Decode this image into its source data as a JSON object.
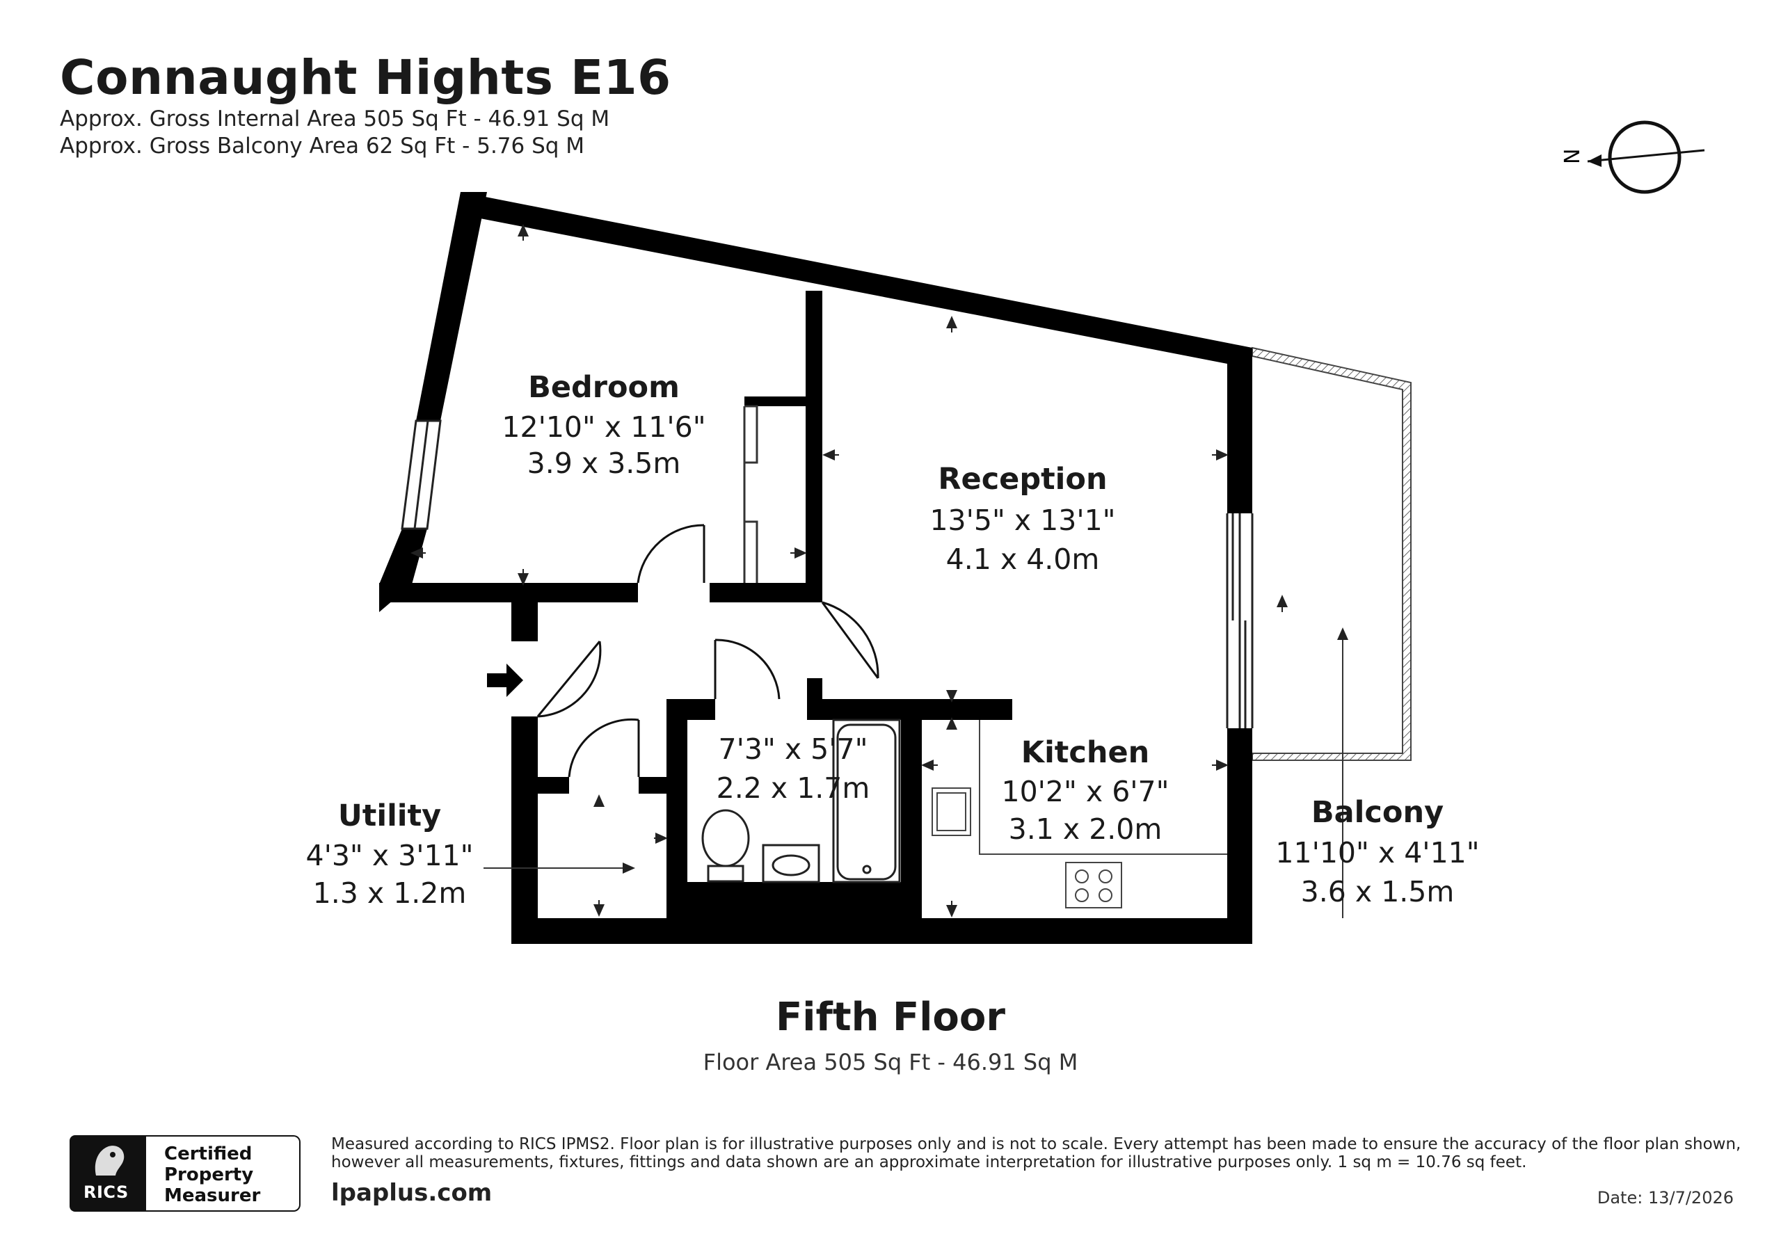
{
  "header": {
    "title": "Connaught Hights E16",
    "internal_area": "Approx. Gross Internal Area 505 Sq Ft - 46.91 Sq M",
    "balcony_area": "Approx. Gross Balcony Area 62 Sq Ft - 5.76 Sq M"
  },
  "compass": {
    "label": "N"
  },
  "rooms": {
    "bedroom": {
      "name": "Bedroom",
      "imperial": "12'10\" x 11'6\"",
      "metric": "3.9 x 3.5m"
    },
    "reception": {
      "name": "Reception",
      "imperial": "13'5\" x 13'1\"",
      "metric": "4.1 x 4.0m"
    },
    "bathroom": {
      "imperial": "7'3\" x 5'7\"",
      "metric": "2.2 x 1.7m"
    },
    "kitchen": {
      "name": "Kitchen",
      "imperial": "10'2\" x 6'7\"",
      "metric": "3.1 x 2.0m"
    },
    "utility": {
      "name": "Utility",
      "imperial": "4'3\" x 3'11\"",
      "metric": "1.3 x 1.2m"
    },
    "balcony": {
      "name": "Balcony",
      "imperial": "11'10\" x 4'11\"",
      "metric": "3.6 x 1.5m"
    }
  },
  "floor": {
    "title": "Fifth Floor",
    "area": "Floor Area 505 Sq Ft - 46.91 Sq M"
  },
  "footer": {
    "badge_logo": "RICS",
    "badge_line1": "Certified",
    "badge_line2": "Property",
    "badge_line3": "Measurer",
    "disclaimer": "Measured according to RICS IPMS2. Floor plan is for illustrative purposes only and is not to scale. Every attempt has been made to ensure the accuracy of the floor plan shown, however all measurements, fixtures, fittings and data shown are an approximate interpretation for illustrative purposes only. 1 sq m = 10.76 sq feet.",
    "website": "lpaplus.com",
    "date": "Date: 13/7/2026"
  },
  "colors": {
    "wall": "#000000",
    "balcony_hatch": "#555555",
    "line": "#333333"
  }
}
